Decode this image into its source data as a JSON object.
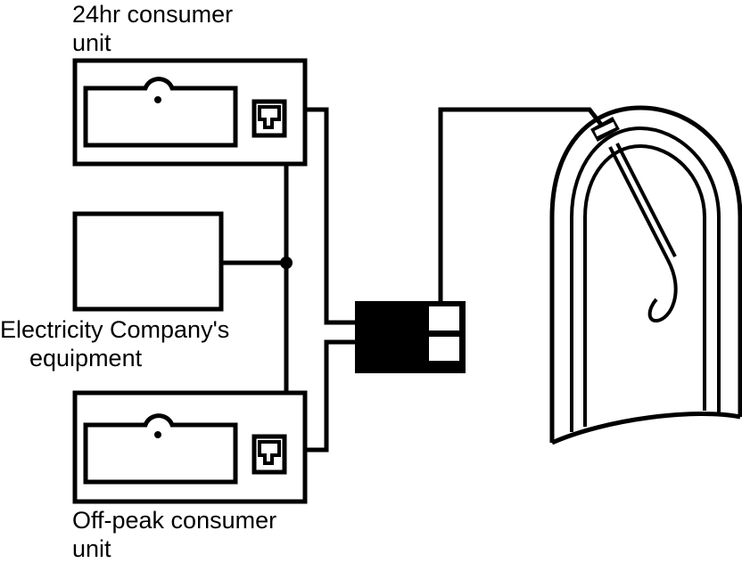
{
  "labels": {
    "top_unit": [
      "24hr consumer",
      "unit"
    ],
    "company_equipment": [
      "Electricity Company's",
      "equipment"
    ],
    "bottom_unit": [
      "Off-peak consumer",
      "unit"
    ]
  },
  "colors": {
    "ink": "#000000",
    "background": "#ffffff"
  },
  "icons": [
    "consumer-unit-icon",
    "switch-icon",
    "time-switch-icon",
    "immersion-heater-icon",
    "hot-water-cylinder-icon"
  ]
}
